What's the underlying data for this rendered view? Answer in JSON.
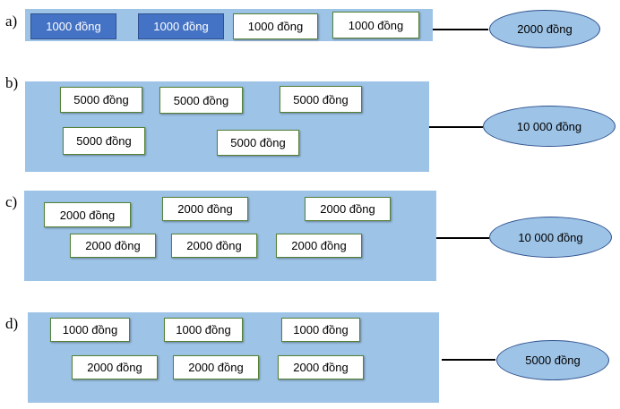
{
  "rows": [
    {
      "label": "a)",
      "notes": [
        "1000 đồng",
        "1000 đồng",
        "1000 đồng",
        "1000 đồng"
      ],
      "total": "2000 đồng"
    },
    {
      "label": "b)",
      "notes": [
        "5000 đồng",
        "5000 đồng",
        "5000 đồng",
        "5000 đồng",
        "5000 đồng"
      ],
      "total": "10 000 đồng"
    },
    {
      "label": "c)",
      "notes": [
        "2000 đồng",
        "2000 đồng",
        "2000 đồng",
        "2000 đồng",
        "2000 đồng",
        "2000 đồng"
      ],
      "total": "10 000 đồng"
    },
    {
      "label": "d)",
      "notes": [
        "1000 đồng",
        "1000 đồng",
        "1000 đồng",
        "2000 đồng",
        "2000 đồng",
        "2000 đồng"
      ],
      "total": "5000 đồng"
    }
  ],
  "colors": {
    "panel": "#9dc3e6",
    "note_dark": "#4472c4",
    "note_border": "#548235",
    "oval_border": "#2f528f"
  }
}
